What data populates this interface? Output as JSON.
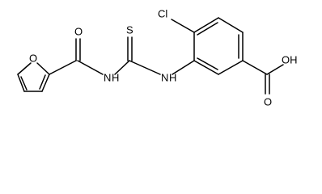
{
  "molecule": {
    "atoms": [
      {
        "id": "o-furan",
        "label": "O"
      },
      {
        "id": "o-carbonyl",
        "label": "O"
      },
      {
        "id": "n-amide",
        "label": "N",
        "sub": "H"
      },
      {
        "id": "s-thio",
        "label": "S"
      },
      {
        "id": "n-thio",
        "label": "N",
        "sub": "H"
      },
      {
        "id": "cl",
        "label": "Cl"
      },
      {
        "id": "o-acid-oh",
        "label": "OH"
      },
      {
        "id": "o-acid-dbl",
        "label": "O"
      }
    ]
  },
  "colors": {
    "stroke": "#000000",
    "background": "#ffffff"
  }
}
